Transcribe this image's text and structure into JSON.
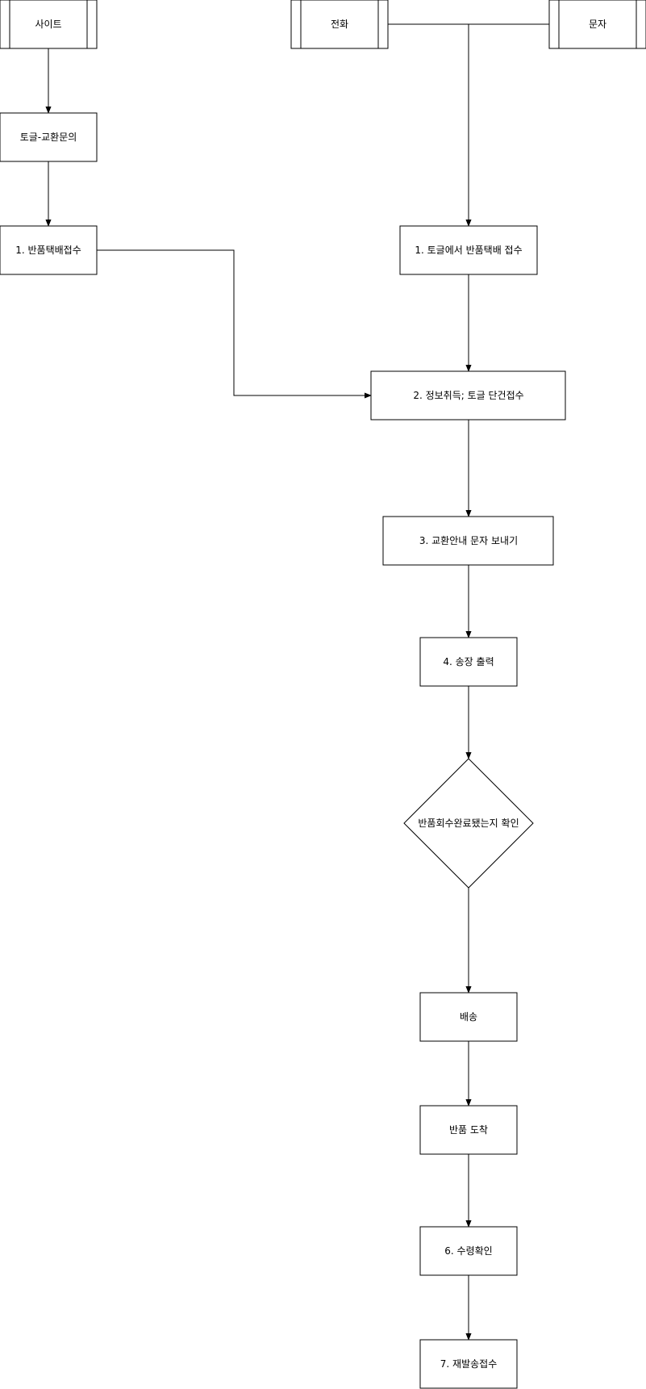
{
  "nodes": {
    "site": "사이트",
    "phone": "전화",
    "sms": "문자",
    "togle_exchange_inquiry": "토글-교환문의",
    "return_courier_receipt": "1. 반품택배접수",
    "togle_return_courier_receipt": "1. 토글에서 반품택배 접수",
    "info_collect": "2. 정보취득; 토글 단건접수",
    "send_exchange_sms": "3. 교환안내 문자 보내기",
    "print_invoice": "4. 송장 출력",
    "check_return_collected": "반품회수완료됐는지 확인",
    "delivery": "배송",
    "return_arrival": "반품 도착",
    "confirm_receipt": "6. 수령확인",
    "reship_receipt": "7. 재발송접수"
  }
}
